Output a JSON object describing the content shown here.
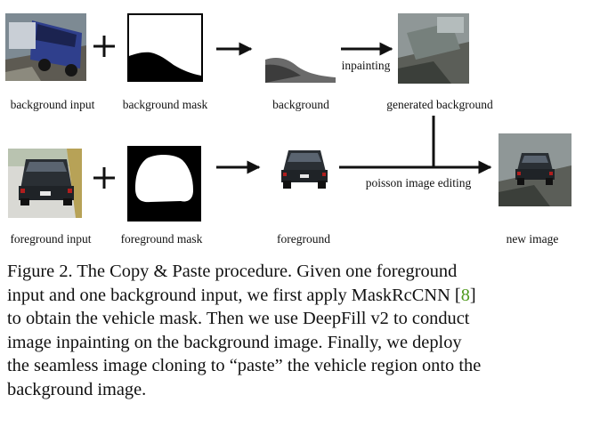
{
  "figure": {
    "labels": {
      "background_input": "background input",
      "background_mask": "background mask",
      "background": "background",
      "generated_background": "generated background",
      "foreground_input": "foreground input",
      "foreground_mask": "foreground mask",
      "foreground": "foreground",
      "new_image": "new image",
      "inpainting": "inpainting",
      "poisson": "poisson image editing"
    },
    "operators": {
      "plus": "+"
    }
  },
  "caption": {
    "line1": "Figure 2. The Copy & Paste procedure.  Given one foreground",
    "line2_pre": "input and one background input, we first apply MaskRcCNN [",
    "line2_ref": "8",
    "line2_post": "]",
    "line3": "to obtain the vehicle mask.  Then we use DeepFill v2 to conduct",
    "line4": "image inpainting on the background image.  Finally, we deploy",
    "line5": "the seamless image cloning to “paste” the vehicle region onto the",
    "line6": "background image."
  },
  "colors": {
    "citation": "#4f9a1c",
    "arrow": "#111111"
  }
}
